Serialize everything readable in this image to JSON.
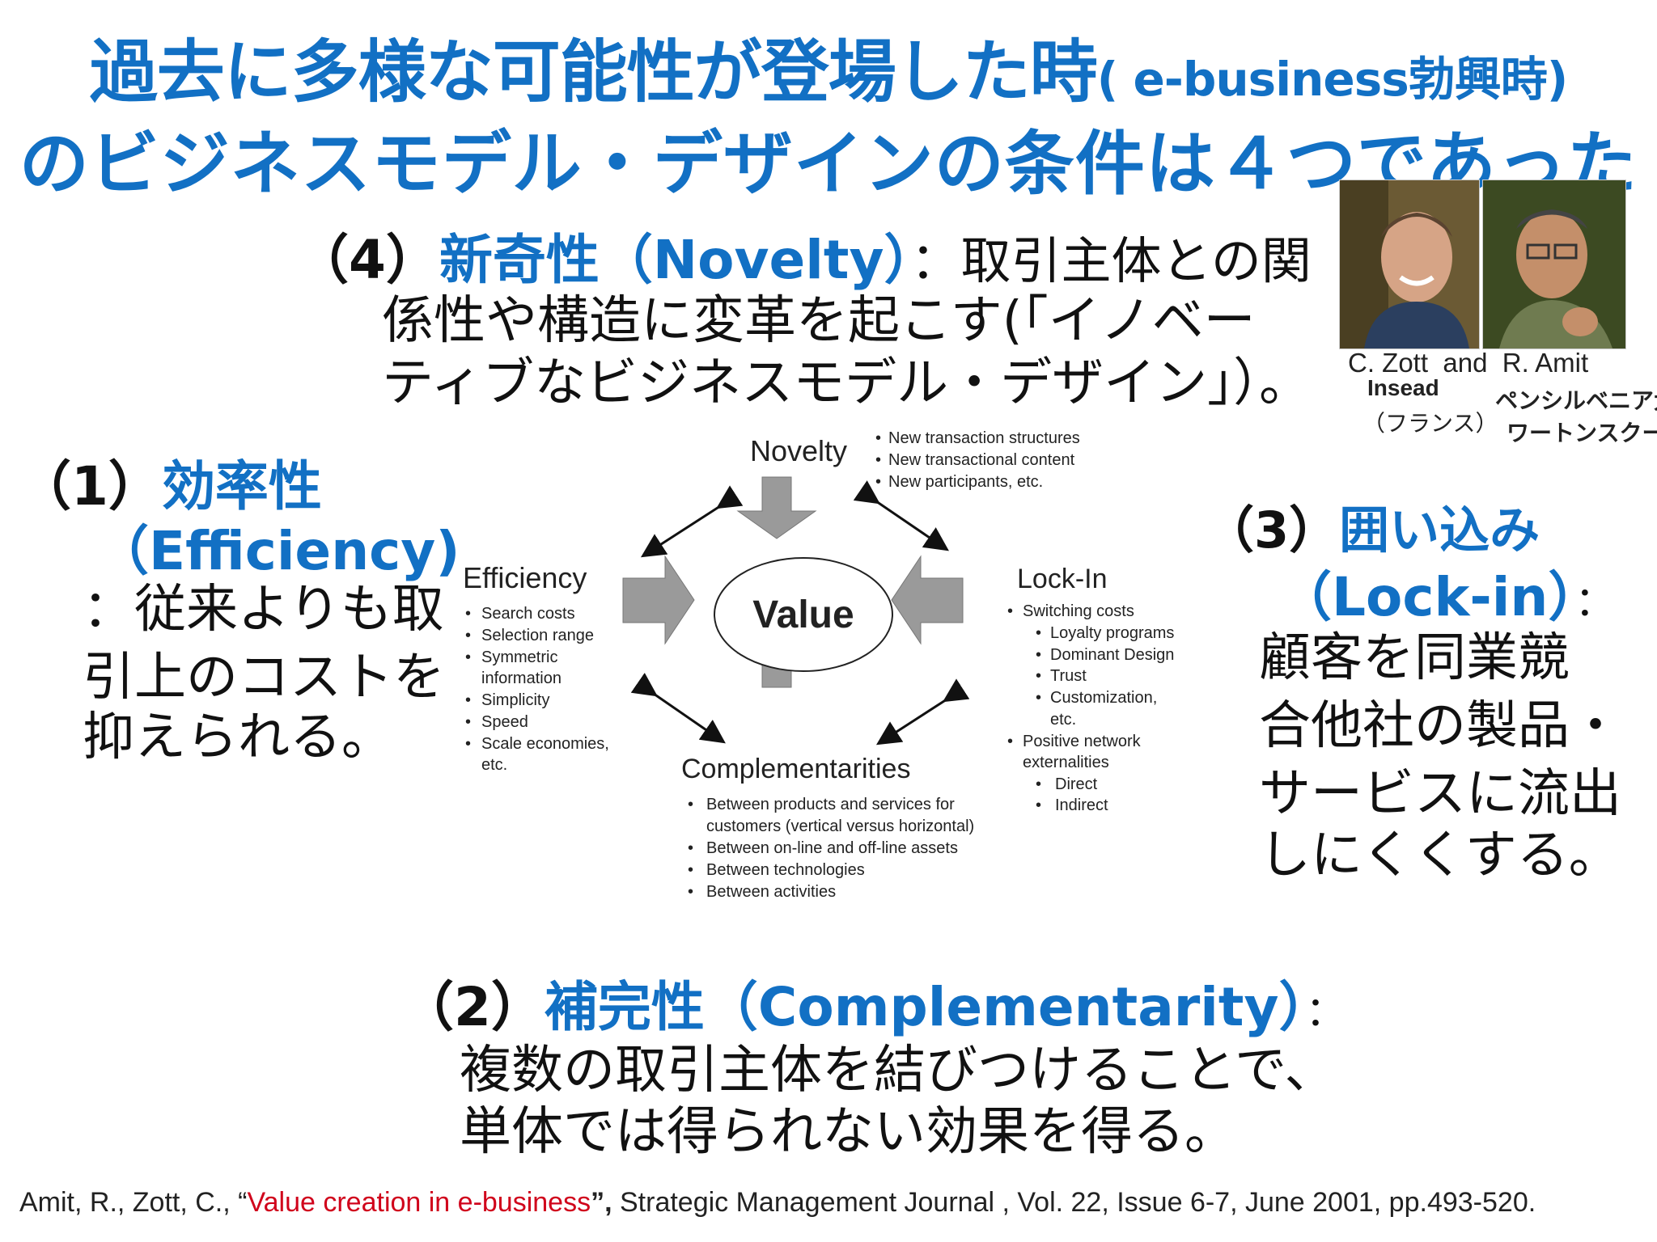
{
  "title": {
    "line1_main": "過去に多様な可能性が登場した時",
    "line1_paren": "( e-business勃興時)",
    "line2": "のビジネスモデル・デザインの条件は４つであった"
  },
  "sections": {
    "novelty": {
      "num": "（4）",
      "name": "新奇性（Novelty）",
      "desc_start": "：取引主体との関",
      "line1": "係性や構造に変革を起こす(「イノベー",
      "line2": "ティブなビジネスモデル・デザイン」）。"
    },
    "efficiency": {
      "num": "（1）",
      "name": "効率性",
      "name_en": "（Efficiency)",
      "line1": "：従来よりも取",
      "line2": "引上のコストを",
      "line3": "抑えられる。"
    },
    "lockin": {
      "num": "（3）",
      "name": "囲い込み",
      "name_en": "（Lock-in）",
      "colon": "：",
      "line1": "顧客を同業競",
      "line2": "合他社の製品・",
      "line3": "サービスに流出",
      "line4": "しにくくする。"
    },
    "complementarity": {
      "num": "（2）",
      "name": "補完性（Complementarity）",
      "colon": "：",
      "line1": "複数の取引主体を結びつけることで、",
      "line2": "単体では得られない効果を得る。"
    }
  },
  "authors": {
    "zott_name": "C. Zott",
    "and": "and",
    "amit_name": "R. Amit",
    "zott_inst": "Insead",
    "zott_country": "（フランス）",
    "amit_inst1": "ペンシルベニア大",
    "amit_inst2": "ワートンスクール"
  },
  "diagram": {
    "center": "Value",
    "novelty": {
      "title": "Novelty",
      "items": [
        "New transaction structures",
        "New transactional content",
        "New participants, etc."
      ]
    },
    "efficiency": {
      "title": "Efficiency",
      "items": [
        "Search costs",
        "Selection range",
        "Symmetric",
        "information",
        "Simplicity",
        "Speed",
        "Scale economies,",
        "etc."
      ]
    },
    "lockin": {
      "title": "Lock-In",
      "items": [
        "Switching costs",
        "Loyalty programs",
        "Dominant Design",
        "Trust",
        "Customization,",
        "etc.",
        "Positive network",
        "externalities",
        "Direct",
        "Indirect"
      ]
    },
    "complementarities": {
      "title": "Complementarities",
      "items": [
        "Between products and services for",
        "customers (vertical versus horizontal)",
        "Between on-line and off-line assets",
        "Between technologies",
        "Between activities"
      ]
    }
  },
  "citation": {
    "prefix": "Amit, R., Zott, C., “",
    "title": "Value creation in e-business",
    "close": "”,",
    "rest": " Strategic Management Journal , Vol. 22, Issue 6-7, June 2001, pp.493-520."
  },
  "colors": {
    "heading_blue": "#1270c4",
    "citation_red": "#d0021b",
    "arrow_gray": "#9a9a9a"
  }
}
